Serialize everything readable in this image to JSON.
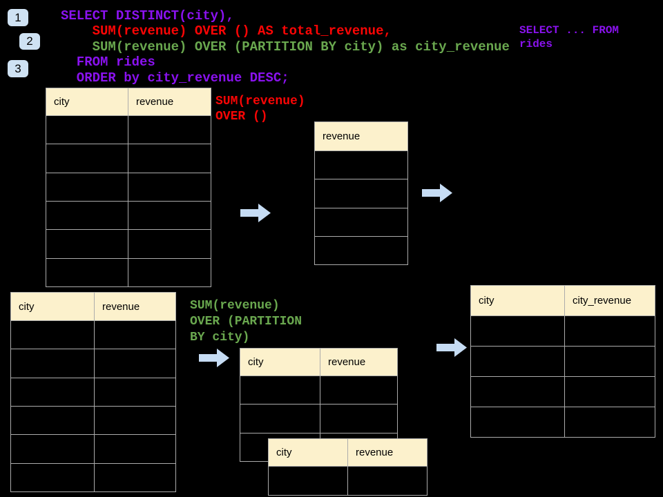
{
  "colors": {
    "background": "#000000",
    "purple": "#8A12EF",
    "red": "#FB0505",
    "green": "#6AA84F",
    "table_header_fill": "#FCF1CC",
    "table_border": "#ACACAC",
    "arrow_fill": "#C6DCF4",
    "badge_fill": "#CFE2F3",
    "badge_text": "#000000"
  },
  "badges": [
    {
      "label": "1"
    },
    {
      "label": "2"
    },
    {
      "label": "3"
    }
  ],
  "sql_query": {
    "lines": [
      {
        "text": "SELECT DISTINCT(city),",
        "color": "purple"
      },
      {
        "text": "    SUM(revenue) OVER () AS total_revenue,",
        "color": "red"
      },
      {
        "text": "    SUM(revenue) OVER (PARTITION BY city) as city_revenue",
        "color": "green"
      },
      {
        "text": "  FROM rides",
        "color": "purple"
      },
      {
        "text": "  ORDER by city_revenue DESC;",
        "color": "purple"
      }
    ]
  },
  "side_note": {
    "lines": [
      {
        "text": "SELECT ... FROM",
        "color": "purple"
      },
      {
        "text": "rides",
        "color": "purple"
      }
    ]
  },
  "annotations": {
    "total": {
      "lines": [
        {
          "text": "SUM(revenue)",
          "color": "red"
        },
        {
          "text": "OVER ()",
          "color": "red"
        }
      ]
    },
    "partition": {
      "lines": [
        {
          "text": "SUM(revenue)",
          "color": "green"
        },
        {
          "text": "OVER (PARTITION",
          "color": "green"
        },
        {
          "text": "BY city)",
          "color": "green"
        }
      ]
    }
  },
  "tables": {
    "source": {
      "headers": [
        "city",
        "revenue"
      ],
      "rows": 6
    },
    "total_result": {
      "headers": [
        "revenue"
      ],
      "rows": 4
    },
    "partition_source": {
      "headers": [
        "city",
        "revenue"
      ],
      "rows": 6
    },
    "partition_step": {
      "headers": [
        "city",
        "revenue"
      ],
      "rows": 3
    },
    "partition_step_overlay": {
      "headers": [
        "city",
        "revenue"
      ],
      "rows": 1
    },
    "partition_result": {
      "headers": [
        "city",
        "city_revenue"
      ],
      "rows": 4
    }
  }
}
